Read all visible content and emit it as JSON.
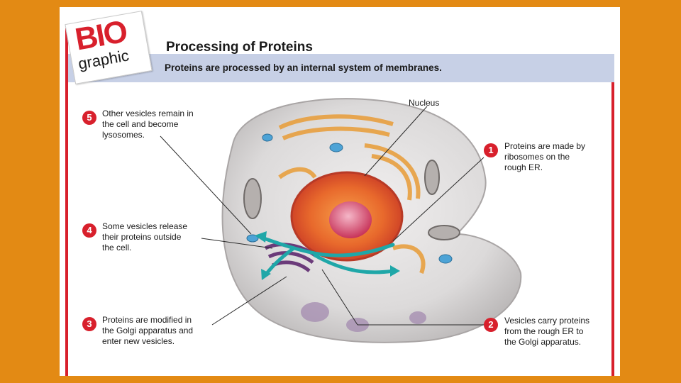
{
  "header": {
    "title": "Processing of Proteins",
    "subtitle": "Proteins are processed by an internal system of membranes."
  },
  "logo": {
    "top": "BIO",
    "bottom": "graphic",
    "accent": "#d8202c"
  },
  "labels": {
    "nucleus": "Nucleus",
    "steps": [
      {
        "n": "1",
        "text": "Proteins are made by\nribosomes on the\nrough ER."
      },
      {
        "n": "2",
        "text": "Vesicles carry proteins\nfrom the rough ER to\nthe Golgi apparatus."
      },
      {
        "n": "3",
        "text": "Proteins are modified in\nthe Golgi apparatus and\nenter new vesicles."
      },
      {
        "n": "4",
        "text": "Some vesicles release\ntheir proteins outside\nthe cell."
      },
      {
        "n": "5",
        "text": "Other vesicles remain in\nthe cell and become\nlysosomes."
      }
    ]
  },
  "colors": {
    "border": "#e38a14",
    "frame": "#d8202c",
    "subtitle_bar": "#c7d0e6",
    "arrow": "#1fa7a8",
    "er": "#e8a040",
    "nucleus": "#e0463a"
  }
}
